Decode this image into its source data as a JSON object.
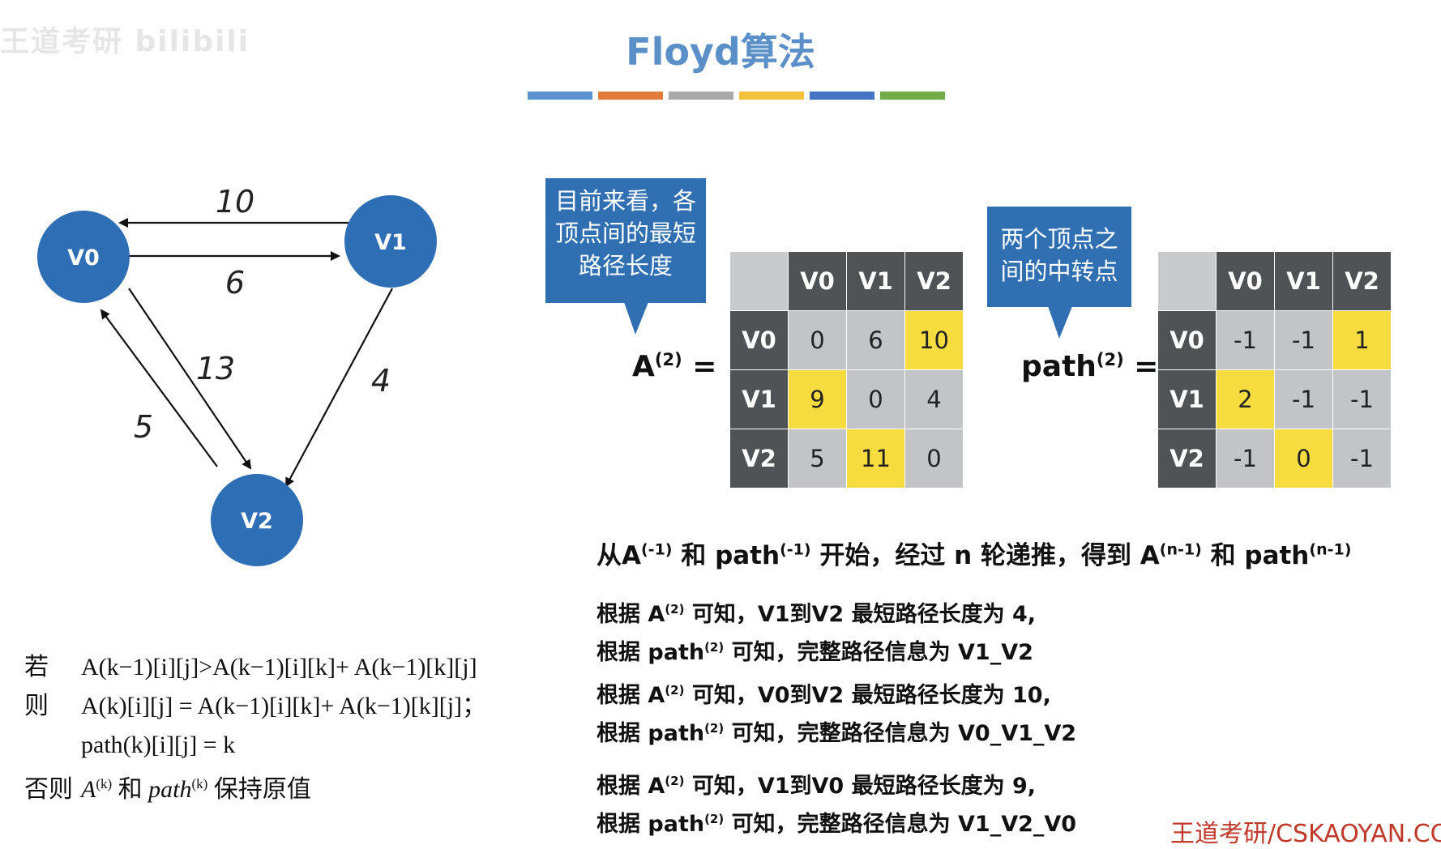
{
  "title": "Floyd算法",
  "watermark": "王道考研 bilibili",
  "title_bar_colors": [
    "#5b93d0",
    "#e07b39",
    "#a9a9a9",
    "#f5c23d",
    "#4472c4",
    "#70ad47"
  ],
  "graph": {
    "node_color": "#2e6eb5",
    "nodes": [
      {
        "id": "V0",
        "label": "V0"
      },
      {
        "id": "V1",
        "label": "V1"
      },
      {
        "id": "V2",
        "label": "V2"
      }
    ],
    "edges": [
      {
        "from": "V1",
        "to": "V0",
        "weight": "10"
      },
      {
        "from": "V0",
        "to": "V1",
        "weight": "6"
      },
      {
        "from": "V0",
        "to": "V2",
        "weight": "13"
      },
      {
        "from": "V1",
        "to": "V2",
        "weight": "4"
      },
      {
        "from": "V2",
        "to": "V0",
        "weight": "5"
      }
    ]
  },
  "callout_a": {
    "line1": "目前来看，各",
    "line2": "顶点间的最短",
    "line3": "路径长度"
  },
  "callout_path": {
    "line1": "两个顶点之",
    "line2": "间的中转点"
  },
  "matrix_a": {
    "label": "A",
    "sup": "(2)",
    "eq": "=",
    "headers": [
      "V0",
      "V1",
      "V2"
    ],
    "rows": [
      {
        "name": "V0",
        "cells": [
          {
            "v": "0",
            "hl": false
          },
          {
            "v": "6",
            "hl": false
          },
          {
            "v": "10",
            "hl": true
          }
        ]
      },
      {
        "name": "V1",
        "cells": [
          {
            "v": "9",
            "hl": true
          },
          {
            "v": "0",
            "hl": false
          },
          {
            "v": "4",
            "hl": false
          }
        ]
      },
      {
        "name": "V2",
        "cells": [
          {
            "v": "5",
            "hl": false
          },
          {
            "v": "11",
            "hl": true
          },
          {
            "v": "0",
            "hl": false
          }
        ]
      }
    ]
  },
  "matrix_path": {
    "label": "path",
    "sup": "(2)",
    "eq": "=",
    "headers": [
      "V0",
      "V1",
      "V2"
    ],
    "rows": [
      {
        "name": "V0",
        "cells": [
          {
            "v": "-1",
            "hl": false
          },
          {
            "v": "-1",
            "hl": false
          },
          {
            "v": "1",
            "hl": true
          }
        ]
      },
      {
        "name": "V1",
        "cells": [
          {
            "v": "2",
            "hl": true
          },
          {
            "v": "-1",
            "hl": false
          },
          {
            "v": "-1",
            "hl": false
          }
        ]
      },
      {
        "name": "V2",
        "cells": [
          {
            "v": "-1",
            "hl": false
          },
          {
            "v": "0",
            "hl": true
          },
          {
            "v": "-1",
            "hl": false
          }
        ]
      }
    ]
  },
  "summary": {
    "p1": "从A",
    "s1": "(-1)",
    "p2": " 和 path",
    "s2": "(-1)",
    "p3": " 开始，经过 n 轮递推，得到 A",
    "s3": "(n-1)",
    "p4": " 和 path",
    "s4": "(n-1)"
  },
  "results": [
    {
      "a_pre": "根据 A",
      "a_sup": "(2)",
      "a_post": " 可知，V1到V2 最短路径长度为 4,",
      "p_pre": "根据 path",
      "p_sup": "(2)",
      "p_post": "  可知，完整路径信息为 V1_V2"
    },
    {
      "a_pre": "根据 A",
      "a_sup": "(2)",
      "a_post": " 可知，V0到V2 最短路径长度为 10,",
      "p_pre": "根据 path",
      "p_sup": "(2)",
      "p_post": "  可知，完整路径信息为 V0_V1_V2"
    },
    {
      "a_pre": "根据 A",
      "a_sup": "(2)",
      "a_post": " 可知，V1到V0 最短路径长度为 9,",
      "p_pre": "根据 path",
      "p_sup": "(2)",
      "p_post": "  可知，完整路径信息为 V1_V2_V0"
    }
  ],
  "rule": {
    "if_kw": "若",
    "then_kw": "则",
    "else_kw": "否则",
    "if_expr": "A(k−1)[i][j]>A(k−1)[i][k]+ A(k−1)[k][j]",
    "then_expr1": "A(k)[i][j] = A(k−1)[i][k]+ A(k−1)[k][j]；",
    "then_expr2": "path(k)[i][j] = k",
    "else_a": "A",
    "else_a_sup": "(k)",
    "else_mid": " 和 ",
    "else_path": "path",
    "else_path_sup": "(k)",
    "else_tail": " 保持原值"
  },
  "footer": "王道考研/CSKAOYAN.COM"
}
